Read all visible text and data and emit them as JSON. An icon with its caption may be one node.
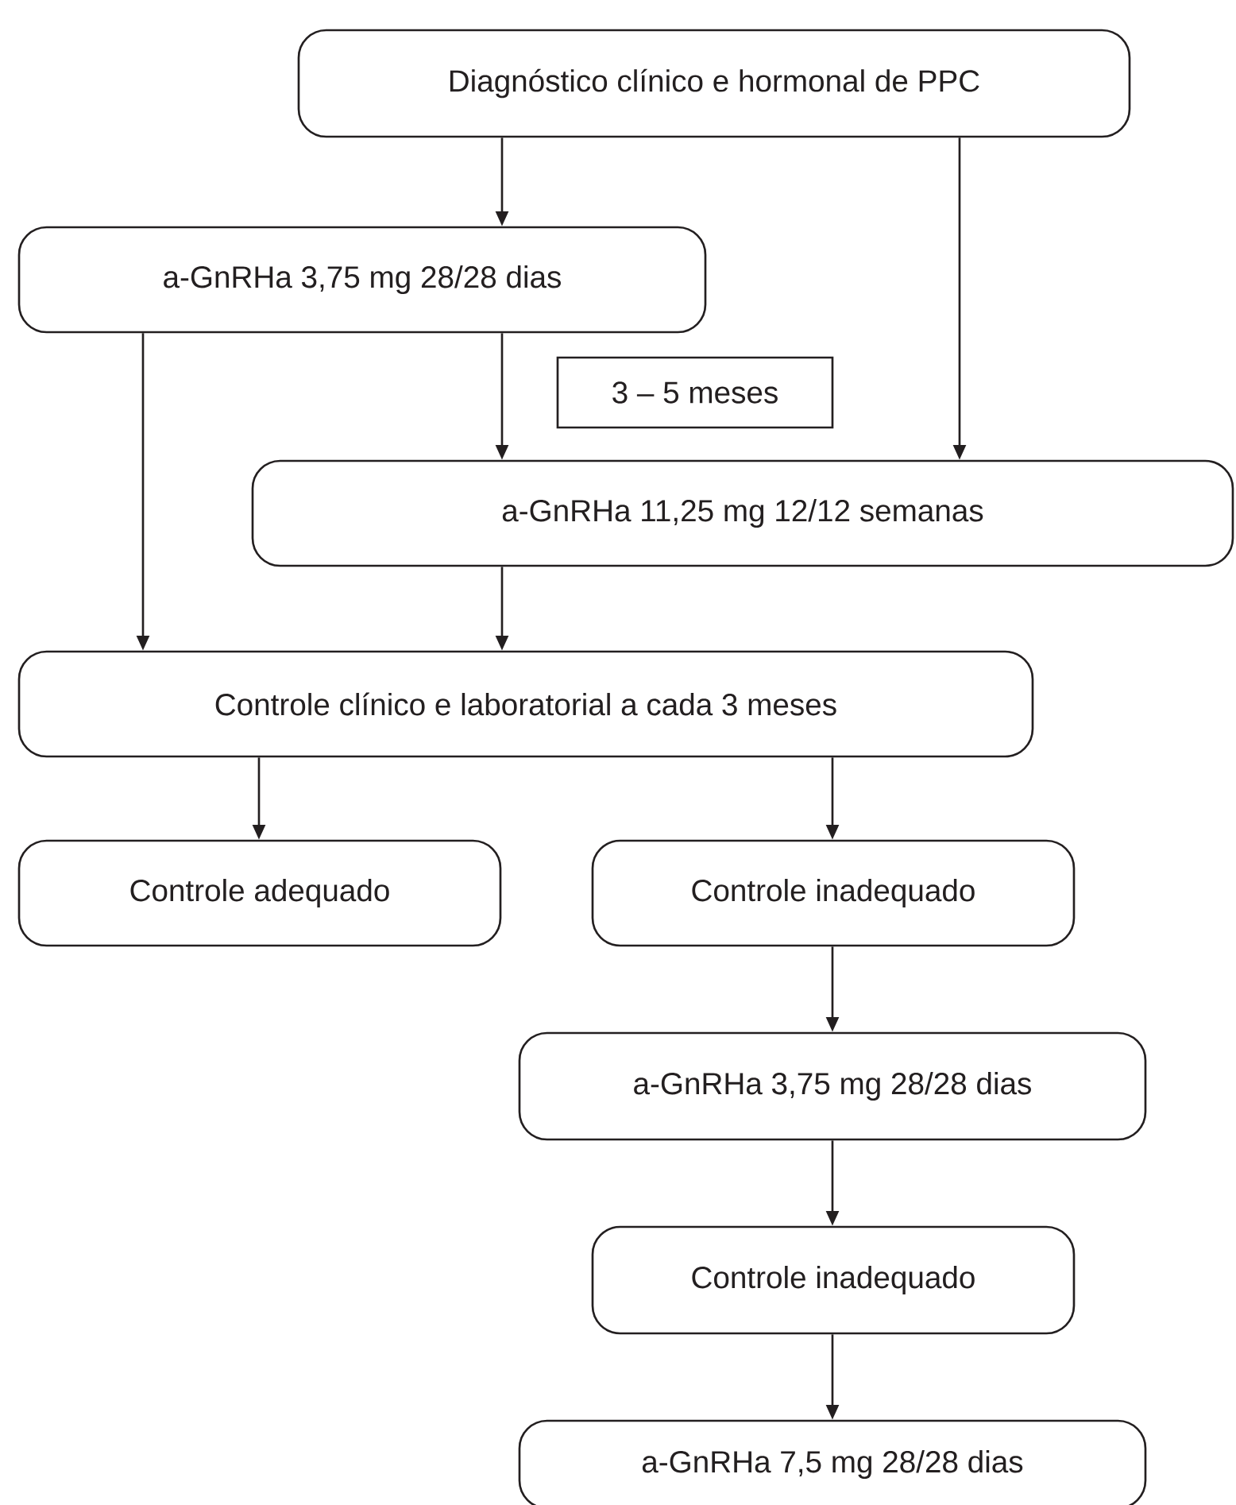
{
  "diagram": {
    "nodes": [
      {
        "text": [
          "Diagnóstico clínico e hormonal de PPC"
        ]
      },
      {
        "text": [
          "a-GnRHa 3,75 mg 28/28 dias"
        ]
      },
      {
        "text": [
          "3 – 5 meses"
        ]
      },
      {
        "text": [
          "a-GnRHa 11,25 mg 12/12 semanas"
        ]
      },
      {
        "text": [
          "Controle clínico e laboratorial a cada 3 meses"
        ]
      },
      {
        "text": [
          "Controle adequado"
        ]
      },
      {
        "text": [
          "Controle inadequado"
        ]
      },
      {
        "text": [
          "a-GnRHa 3,75 mg 28/28 dias"
        ]
      },
      {
        "text": [
          "Controle inadequado"
        ]
      },
      {
        "text": [
          "a-GnRHa 7,5 mg 28/28 dias"
        ]
      }
    ],
    "edges": [
      {
        "from": 0,
        "to": 1,
        "arrow": "to"
      },
      {
        "from": 0,
        "to": 3,
        "arrow": "to"
      },
      {
        "from": 1,
        "to": 4,
        "arrow": "to"
      },
      {
        "from": 1,
        "to": 3,
        "arrow": "to"
      },
      {
        "from": 3,
        "to": 4,
        "arrow": "to"
      },
      {
        "from": 4,
        "to": 5,
        "arrow": "to"
      },
      {
        "from": 4,
        "to": 6,
        "arrow": "to"
      },
      {
        "from": 6,
        "to": 7,
        "arrow": "to"
      },
      {
        "from": 7,
        "to": 8,
        "arrow": "to"
      },
      {
        "from": 8,
        "to": 9,
        "arrow": "to"
      }
    ]
  }
}
